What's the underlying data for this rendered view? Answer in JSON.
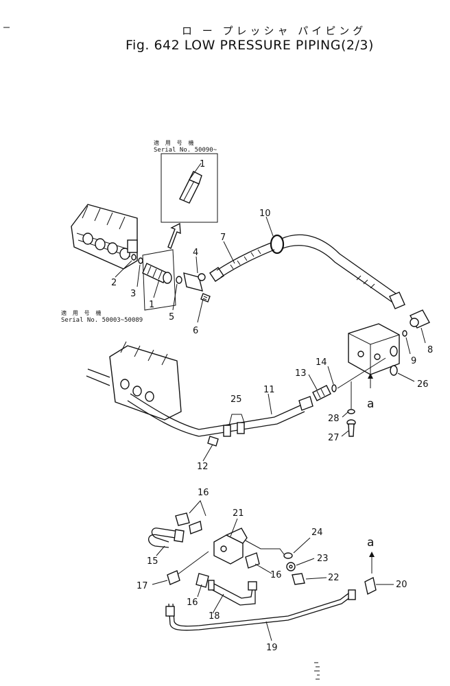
{
  "title": {
    "japanese": "ロ ー プレッシャ パイピング",
    "english": "Fig. 642 LOW PRESSURE PIPING(2/3)"
  },
  "serial_notes": [
    {
      "japanese": "適 用 号 機",
      "text": "Serial No. 50090~"
    },
    {
      "japanese": "適 用 号 機",
      "text": "Serial No. 50003~50089"
    }
  ],
  "view_marker": "a",
  "part_labels": [
    "1",
    "1",
    "2",
    "3",
    "4",
    "5",
    "6",
    "7",
    "8",
    "9",
    "10",
    "11",
    "12",
    "13",
    "14",
    "25",
    "26",
    "27",
    "28",
    "a",
    "15",
    "16",
    "16",
    "16",
    "17",
    "18",
    "19",
    "20",
    "21",
    "22",
    "23",
    "24",
    "a"
  ]
}
